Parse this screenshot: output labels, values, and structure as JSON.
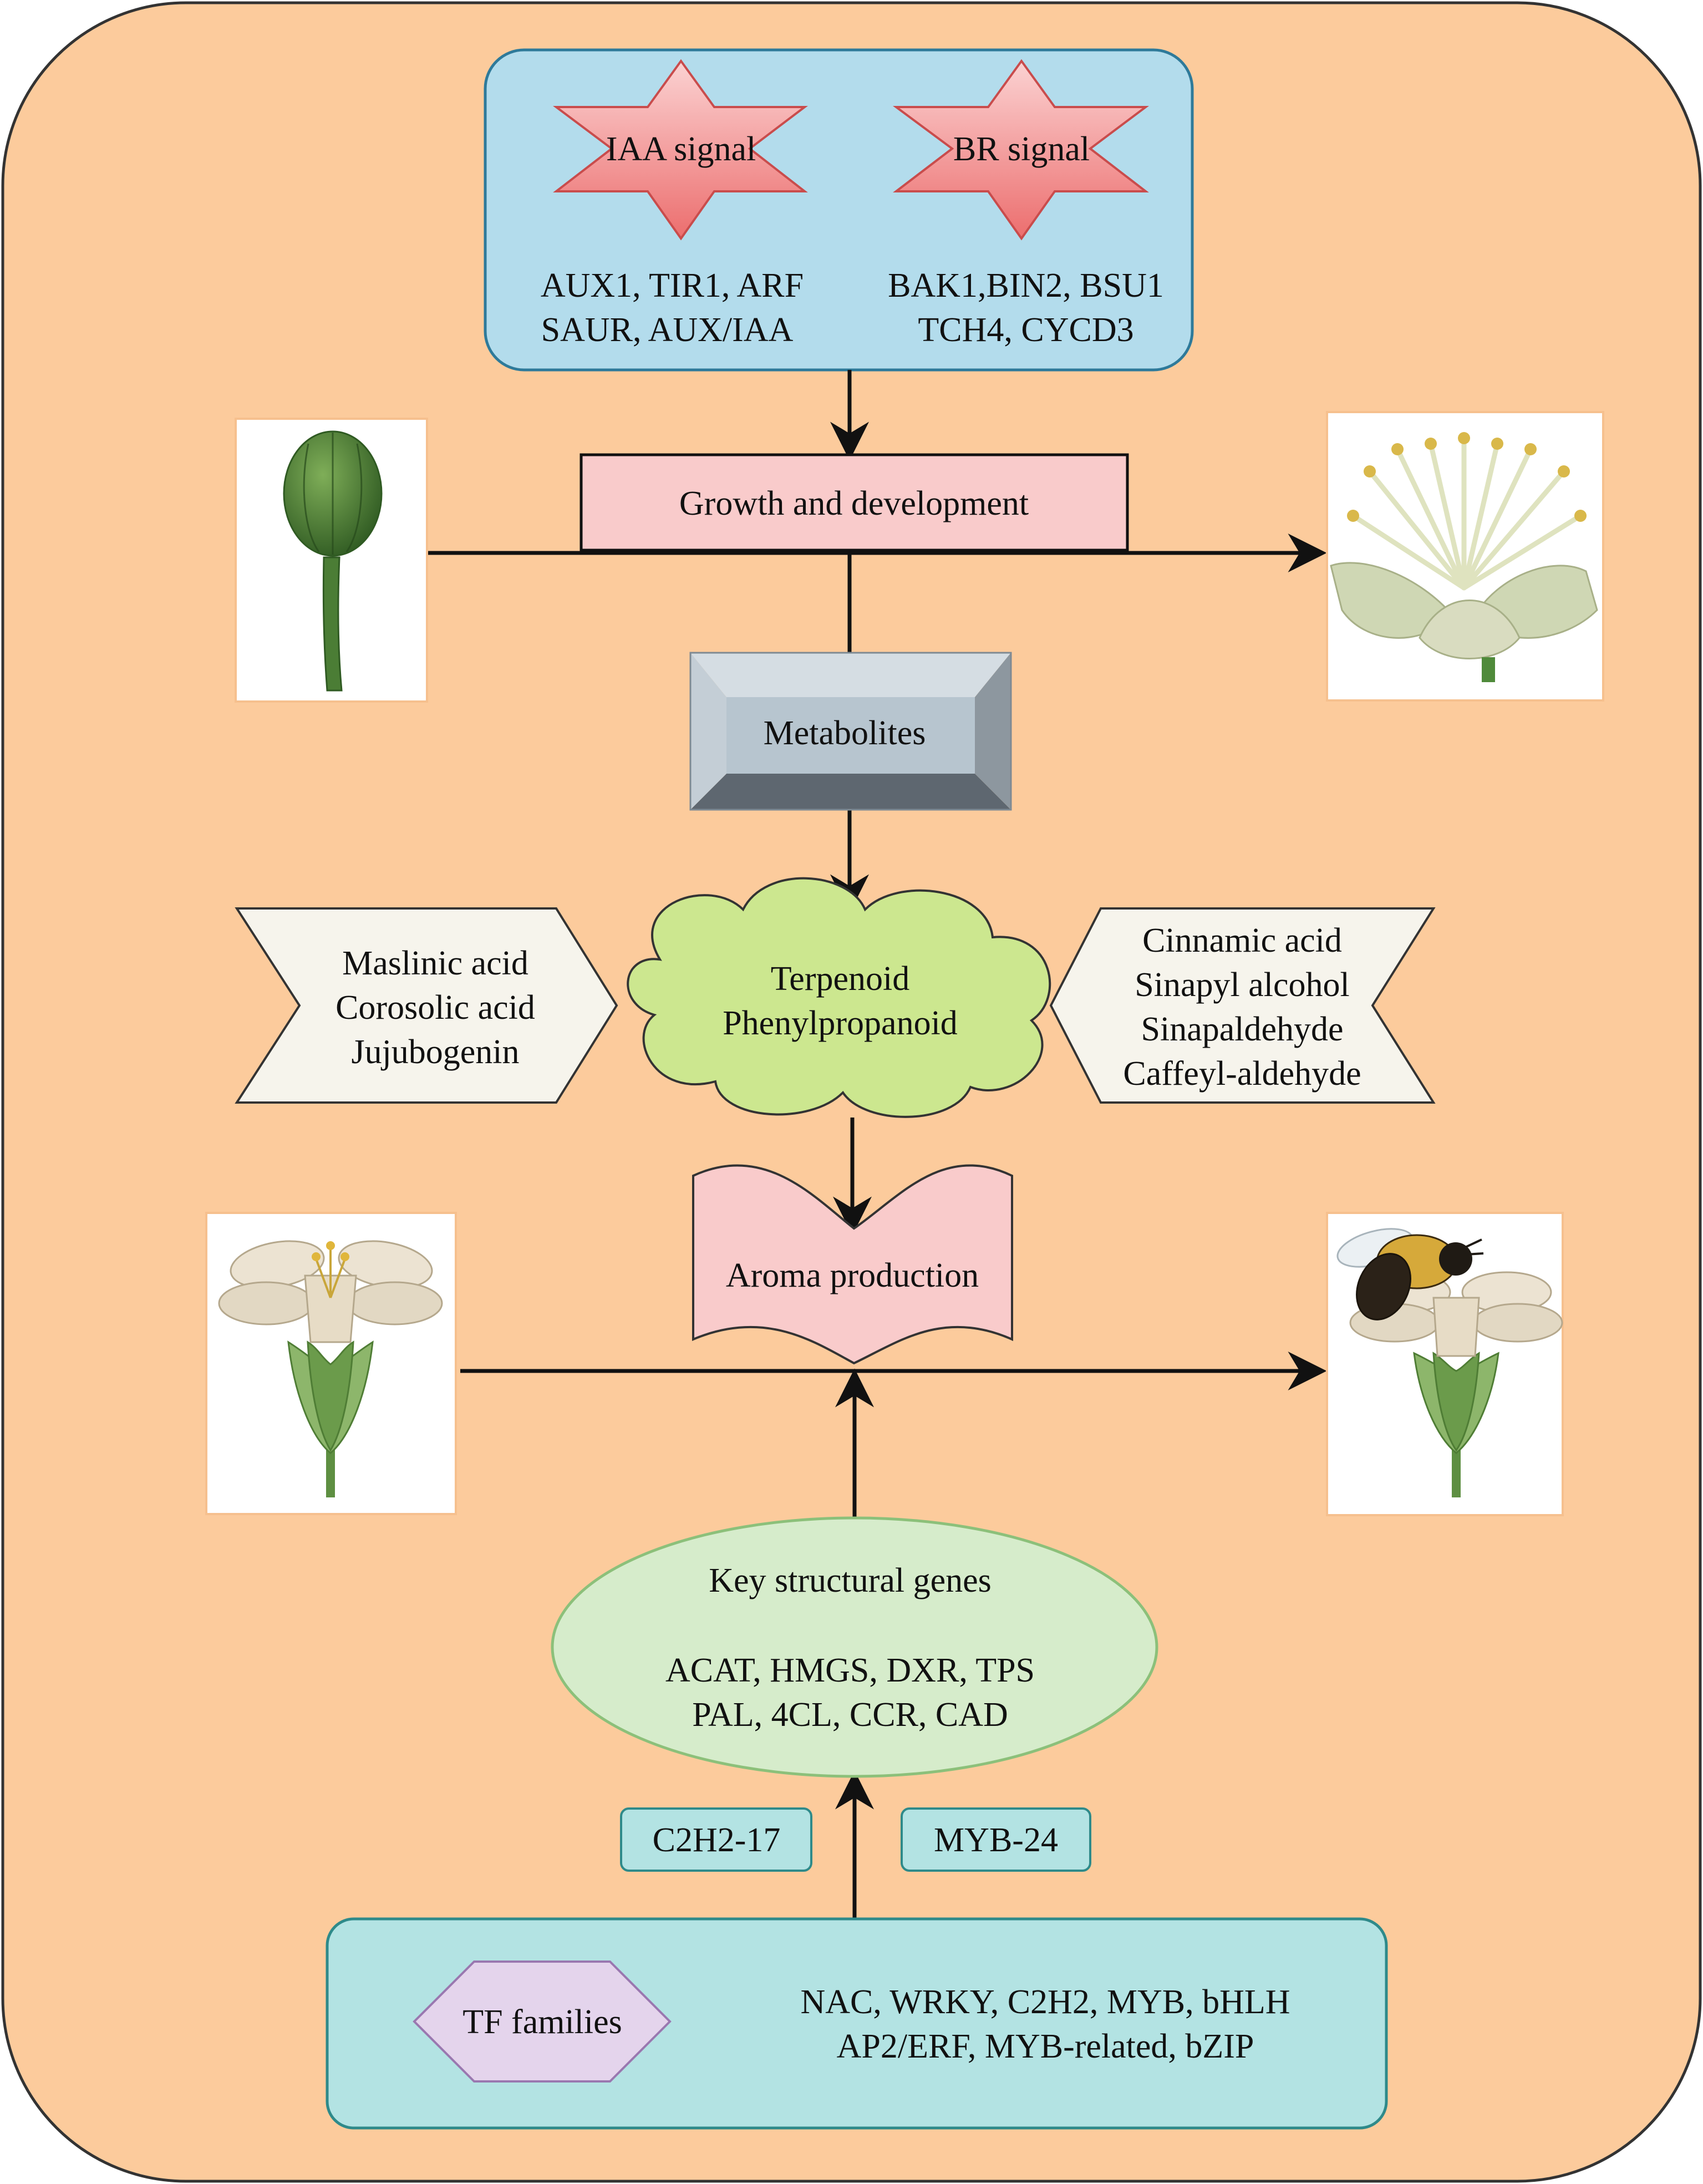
{
  "colors": {
    "page_bg": "#fccb9c",
    "signal_panel": "#b3dcec",
    "signal_star": "#f08080",
    "growth_box": "#f9cbcb",
    "metabolites_block": "#b7c5cf",
    "cloud": "#cce78f",
    "chevron_box": "#f6f4ec",
    "aroma_banner": "#f9cbcb",
    "genes_ellipse": "#d6eccb",
    "tf_tag": "#b3e3e3",
    "tf_panel": "#b3e3e3",
    "tf_hexagon": "#e4d4ec",
    "arrow": "#111111"
  },
  "signals": {
    "iaa": {
      "label": "IAA signal",
      "genes_line1": "AUX1, TIR1, ARF",
      "genes_line2": "SAUR, AUX/IAA"
    },
    "br": {
      "label": "BR signal",
      "genes_line1": "BAK1,BIN2, BSU1",
      "genes_line2": "TCH4, CYCD3"
    }
  },
  "growth": {
    "label": "Growth and development"
  },
  "metabolites": {
    "label": "Metabolites"
  },
  "cloud": {
    "line1": "Terpenoid",
    "line2": "Phenylpropanoid"
  },
  "terpenoid_compounds": [
    "Maslinic acid",
    "Corosolic acid",
    "Jujubogenin"
  ],
  "phenylpropanoid_compounds": [
    "Cinnamic acid",
    "Sinapyl alcohol",
    "Sinapaldehyde",
    "Caffeyl-aldehyde"
  ],
  "aroma": {
    "label": "Aroma production"
  },
  "structural_genes": {
    "title": "Key structural genes",
    "line1": "ACAT, HMGS, DXR, TPS",
    "line2": "PAL, 4CL, CCR, CAD"
  },
  "tf_tags": [
    "C2H2-17",
    "MYB-24"
  ],
  "tf_families": {
    "label": "TF families",
    "line1": "NAC, WRKY, C2H2, MYB, bHLH",
    "line2": "AP2/ERF, MYB-related, bZIP"
  },
  "images": {
    "bud": "flower-bud-illustration",
    "open_flower": "open-flower-photo",
    "flower_left": "flower-illustration",
    "flower_bee": "bee-on-flower-illustration"
  }
}
